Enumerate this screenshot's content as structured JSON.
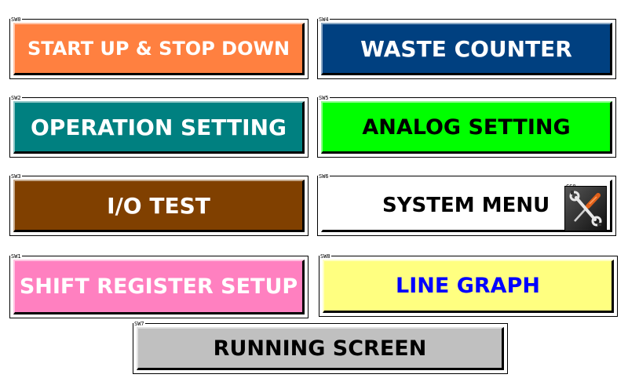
{
  "buttons": [
    {
      "id": "sw0",
      "tag": "SW0",
      "label": "START UP & STOP DOWN",
      "bg": "#FF8040",
      "fg": "#FFFFFF"
    },
    {
      "id": "sw4",
      "tag": "SW4",
      "label": "WASTE COUNTER",
      "bg": "#004080",
      "fg": "#FFFFFF"
    },
    {
      "id": "sw2",
      "tag": "SW2",
      "label": "OPERATION SETTING",
      "bg": "#008080",
      "fg": "#FFFFFF"
    },
    {
      "id": "sw5",
      "tag": "SW5",
      "label": "ANALOG SETTING",
      "bg": "#00FF00",
      "fg": "#000000"
    },
    {
      "id": "sw3",
      "tag": "SW3",
      "label": "I/O TEST",
      "bg": "#804000",
      "fg": "#FFFFFF"
    },
    {
      "id": "sw6",
      "tag": "SW6",
      "label": "SYSTEM MENU",
      "bg": "#FFFFFF",
      "fg": "#000000",
      "icon_tag": "CS0",
      "icon": "wrench-screwdriver-icon"
    },
    {
      "id": "sw1",
      "tag": "SW1",
      "label": "SHIFT REGISTER SETUP",
      "bg": "#FF80C0",
      "fg": "#FFFFFF"
    },
    {
      "id": "sw8",
      "tag": "SW8",
      "label": "LINE GRAPH",
      "bg": "#FFFF80",
      "fg": "#0000FF"
    },
    {
      "id": "sw7",
      "tag": "SW7",
      "label": "RUNNING SCREEN",
      "bg": "#C0C0C0",
      "fg": "#000000"
    }
  ]
}
